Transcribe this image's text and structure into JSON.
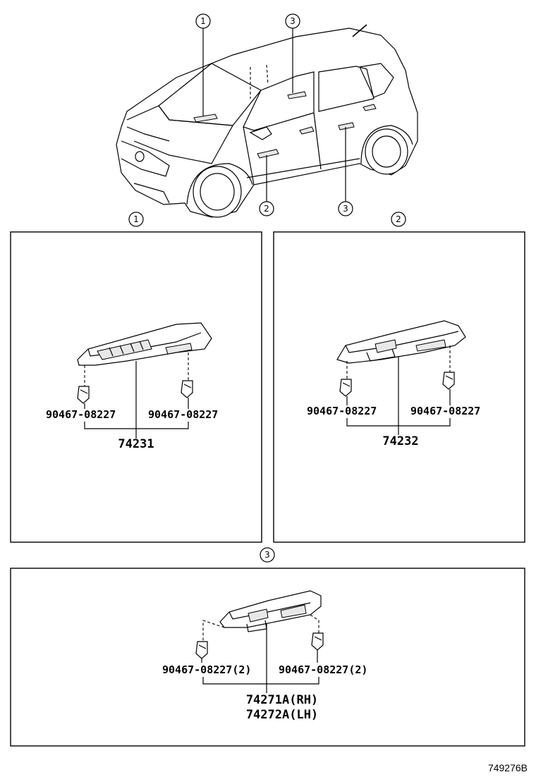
{
  "overview": {
    "callouts": [
      "1",
      "3",
      "2",
      "3"
    ]
  },
  "sections": [
    {
      "id": "1",
      "clip_left": "90467-08227",
      "clip_right": "90467-08227",
      "part": "74231"
    },
    {
      "id": "2",
      "clip_left": "90467-08227",
      "clip_right": "90467-08227",
      "part": "74232"
    },
    {
      "id": "3",
      "clip_left": "90467-08227(2)",
      "clip_right": "90467-08227(2)",
      "part_line1": "74271A(RH)",
      "part_line2": "74272A(LH)"
    }
  ],
  "reference_code": "749276B"
}
